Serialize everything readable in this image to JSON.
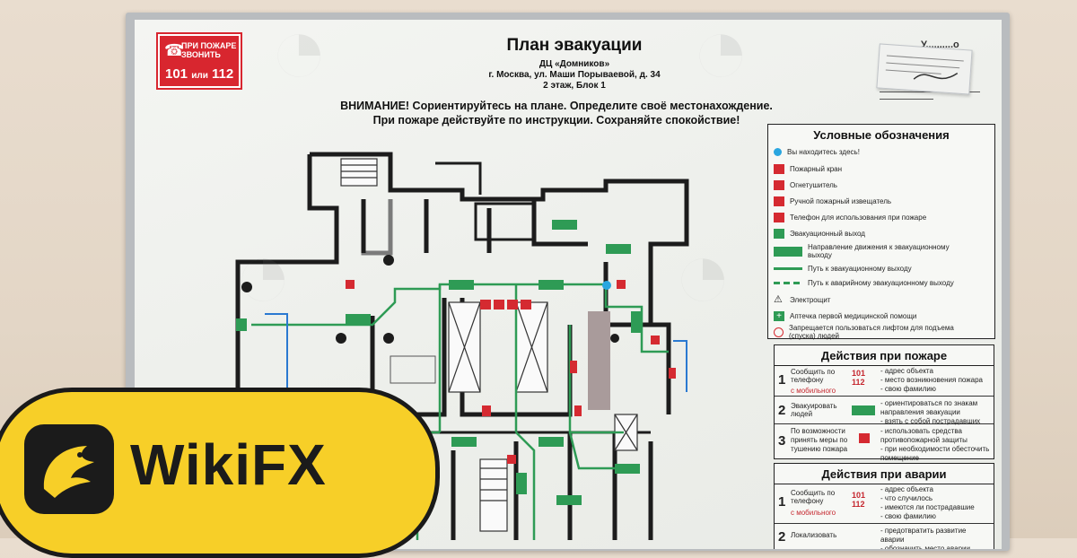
{
  "header": {
    "title": "План эвакуации",
    "building": "ДЦ «Домников»",
    "address": "г. Москва, ул. Маши Порываевой, д. 34",
    "floor": "2 этаж, Блок 1",
    "warning_line1": "ВНИМАНИЕ! Сориентируйтесь на плане. Определите своё местонахождение.",
    "warning_line2": "При пожаре действуйте по инструкции. Сохраняйте спокойствие!"
  },
  "fire_sign": {
    "text": "ПРИ ПОЖАРЕ ЗВОНИТЬ",
    "number1": "101",
    "or": "или",
    "number2": "112"
  },
  "approval": {
    "label": "У..........о"
  },
  "legend": {
    "title": "Условные обозначения",
    "items": [
      {
        "label": "Вы находитесь здесь!",
        "icon": "location-dot-icon",
        "color": "#2aa6e0"
      },
      {
        "label": "Пожарный кран",
        "icon": "fire-hydrant-icon",
        "color": "#d52a31"
      },
      {
        "label": "Огнетушитель",
        "icon": "extinguisher-icon",
        "color": "#d52a31"
      },
      {
        "label": "Ручной пожарный извещатель",
        "icon": "alarm-button-icon",
        "color": "#d52a31"
      },
      {
        "label": "Телефон для использования при пожаре",
        "icon": "phone-icon",
        "color": "#d52a31"
      },
      {
        "label": "Эвакуационный выход",
        "icon": "exit-icon",
        "color": "#2e9b55"
      },
      {
        "label": "Направление движения к эвакуационному выходу",
        "icon": "direction-arrow-icon",
        "color": "#2e9b55"
      },
      {
        "label": "Путь к эвакуационному выходу",
        "icon": "solid-line-icon",
        "color": "#2e9b55"
      },
      {
        "label": "Путь к аварийному эвакуационному выходу",
        "icon": "dashed-line-icon",
        "color": "#2e9b55"
      },
      {
        "label": "Электрощит",
        "icon": "voltage-icon",
        "color": "#222222"
      },
      {
        "label": "Аптечка первой медицинской помощи",
        "icon": "first-aid-icon",
        "color": "#2e9b55"
      },
      {
        "label": "Запрещается пользоваться лифтом для подъема (спуска) людей",
        "icon": "no-elevator-icon",
        "color": "#d52a31"
      }
    ]
  },
  "fire_actions": {
    "title": "Действия при пожаре",
    "steps": [
      {
        "num": "1",
        "left": "Сообщить по телефону",
        "note": "с мобильного",
        "phone": "101 112",
        "right": "- адрес объекта\n- место возникновения пожара\n- свою фамилию"
      },
      {
        "num": "2",
        "left": "Эвакуировать людей",
        "right": "- ориентироваться по знакам направления эвакуации\n- взять с собой пострадавших"
      },
      {
        "num": "3",
        "left": "По возможности принять меры по тушению пожара",
        "right": "- использовать средства противопожарной защиты\n- при необходимости обесточить помещение"
      }
    ]
  },
  "accident_actions": {
    "title": "Действия при аварии",
    "steps": [
      {
        "num": "1",
        "left": "Сообщить по телефону",
        "note": "с мобильного",
        "phone": "101 112",
        "right": "- адрес объекта\n- что случилось\n- имеются ли пострадавшие\n- свою фамилию"
      },
      {
        "num": "2",
        "left": "Локализовать",
        "right": "- предотвратить развитие аварии\n- обозначить место аварии"
      }
    ]
  },
  "logo": {
    "text": "WikiFX"
  },
  "colors": {
    "fire_red": "#d52a31",
    "exit_green": "#2e9b55",
    "logo_yellow": "#f7cf28",
    "you_are_here": "#2aa6e0"
  }
}
